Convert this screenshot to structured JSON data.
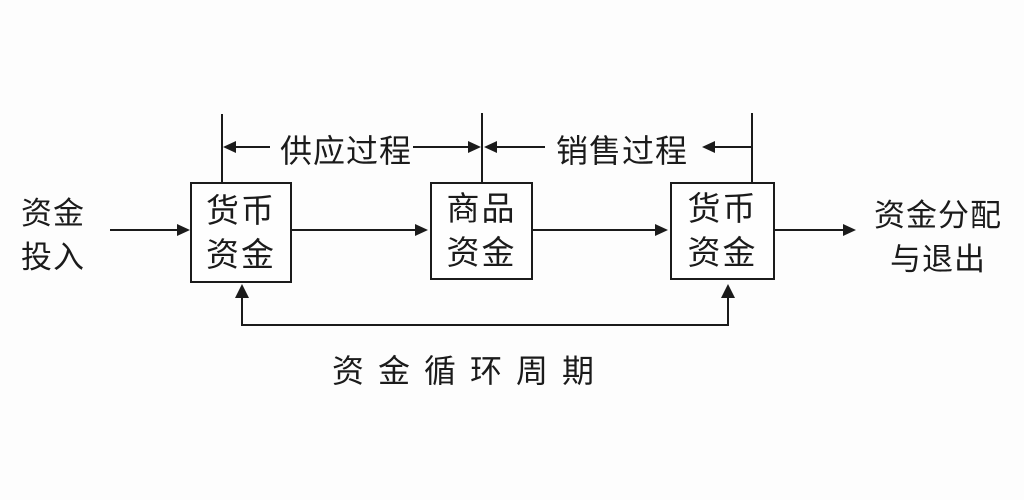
{
  "diagram": {
    "input_label": {
      "line1": "资金",
      "line2": "投入"
    },
    "output_label": {
      "line1": "资金分配",
      "line2": "与退出"
    },
    "boxes": [
      {
        "line1": "货币",
        "line2": "资金"
      },
      {
        "line1": "商品",
        "line2": "资金"
      },
      {
        "line1": "货币",
        "line2": "资金"
      }
    ],
    "annotations": {
      "supply_process": "供应过程",
      "sales_process": "销售过程",
      "cycle_period": "资金循环周期"
    },
    "colors": {
      "line": "#1b1b1b",
      "background": "#fdfdfd"
    }
  }
}
